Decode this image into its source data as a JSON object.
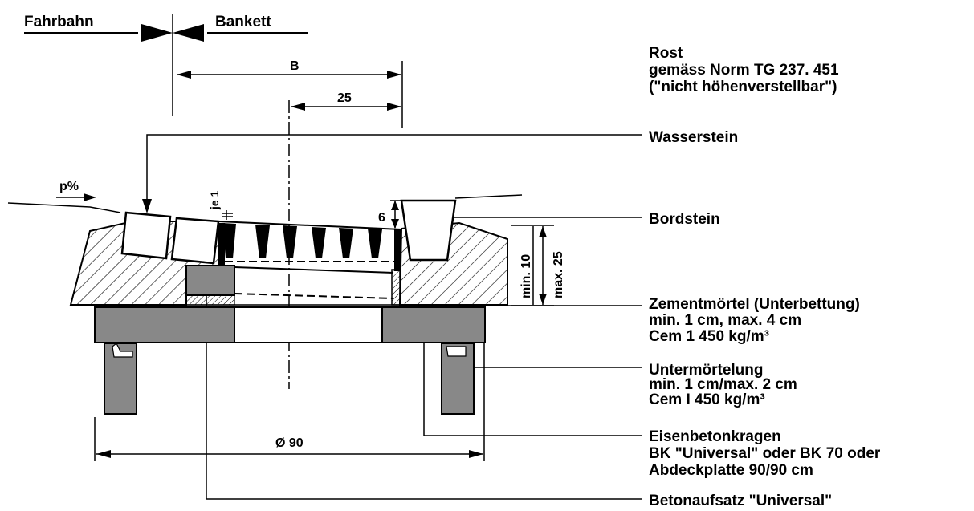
{
  "labels": {
    "fahrbahn": "Fahrbahn",
    "bankett": "Bankett",
    "rost_title": "Rost",
    "rost_norm": "gemäss Norm TG 237. 451",
    "rost_note": "(\"nicht höhenverstellbar\")",
    "wasserstein": "Wasserstein",
    "bordstein": "Bordstein",
    "zement_title": "Zementmörtel (Unterbettung)",
    "zement_range": "min. 1 cm, max. 4 cm",
    "zement_cem": "Cem 1 450 kg/m³",
    "unter_title": "Untermörtelung",
    "unter_range": "min. 1 cm/max. 2 cm",
    "unter_cem": "Cem I 450 kg/m³",
    "eisen_title": "Eisenbetonkragen",
    "eisen_options": "BK \"Universal\" oder BK 70 oder",
    "eisen_plate": "Abdeckplatte 90/90 cm",
    "betonaufsatz": "Betonaufsatz \"Universal\""
  },
  "dimensions": {
    "b": "B",
    "d25": "25",
    "p": "p%",
    "je1": "je 1",
    "six": "6",
    "min10": "min. 10",
    "max25": "max. 25",
    "dia90": "Ø 90"
  }
}
